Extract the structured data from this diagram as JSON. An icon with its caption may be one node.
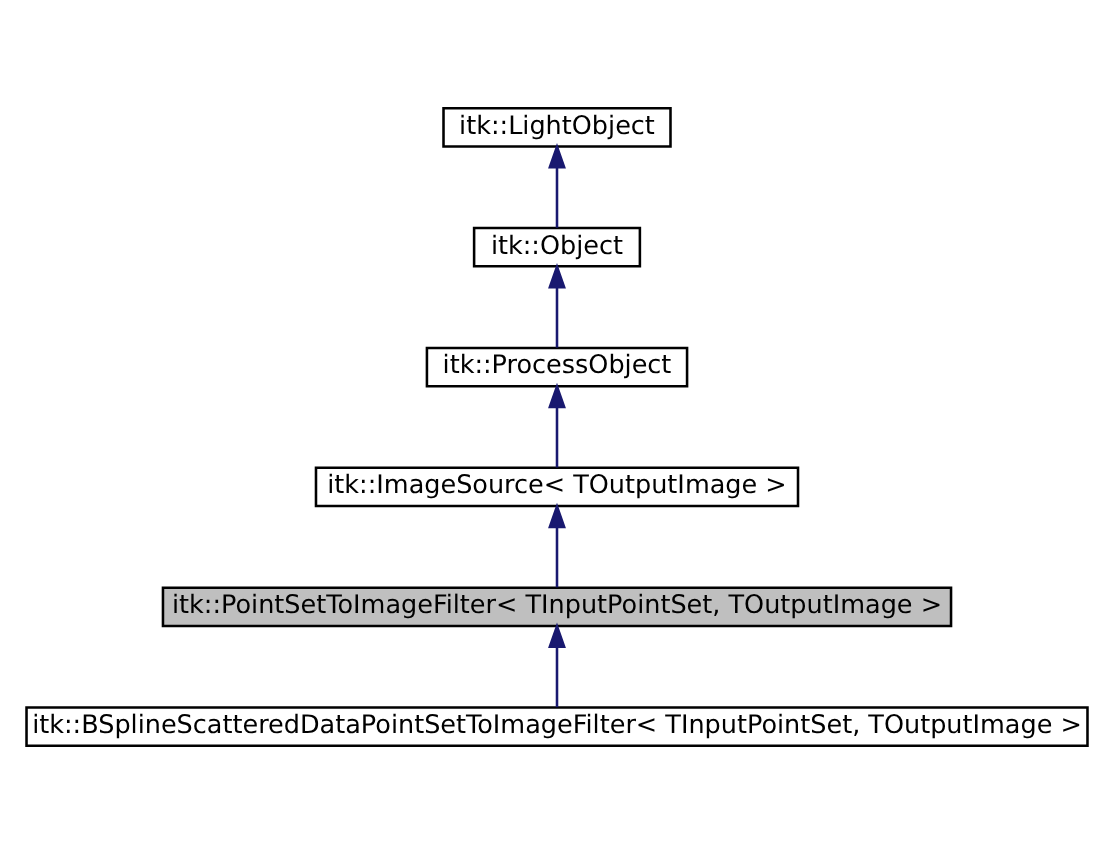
{
  "diagram": {
    "nodes": [
      {
        "text": [
          "itk::LightObject"
        ]
      },
      {
        "text": [
          "itk::Object"
        ]
      },
      {
        "text": [
          "itk::ProcessObject"
        ]
      },
      {
        "text": [
          "itk::ImageSource< TOutputImage >"
        ]
      },
      {
        "text": [
          "itk::PointSetToImageFilter< TInputPointSet, TOutputImage >"
        ]
      },
      {
        "text": [
          "itk::BSplineScatteredDataPointSetToImageFilter< TInputPointSet, TOutputImage >"
        ]
      }
    ],
    "edges": [
      {
        "from": 1,
        "to": 0,
        "arrow": "to"
      },
      {
        "from": 2,
        "to": 1,
        "arrow": "to"
      },
      {
        "from": 3,
        "to": 2,
        "arrow": "to"
      },
      {
        "from": 4,
        "to": 3,
        "arrow": "to"
      },
      {
        "from": 5,
        "to": 4,
        "arrow": "to"
      }
    ]
  }
}
